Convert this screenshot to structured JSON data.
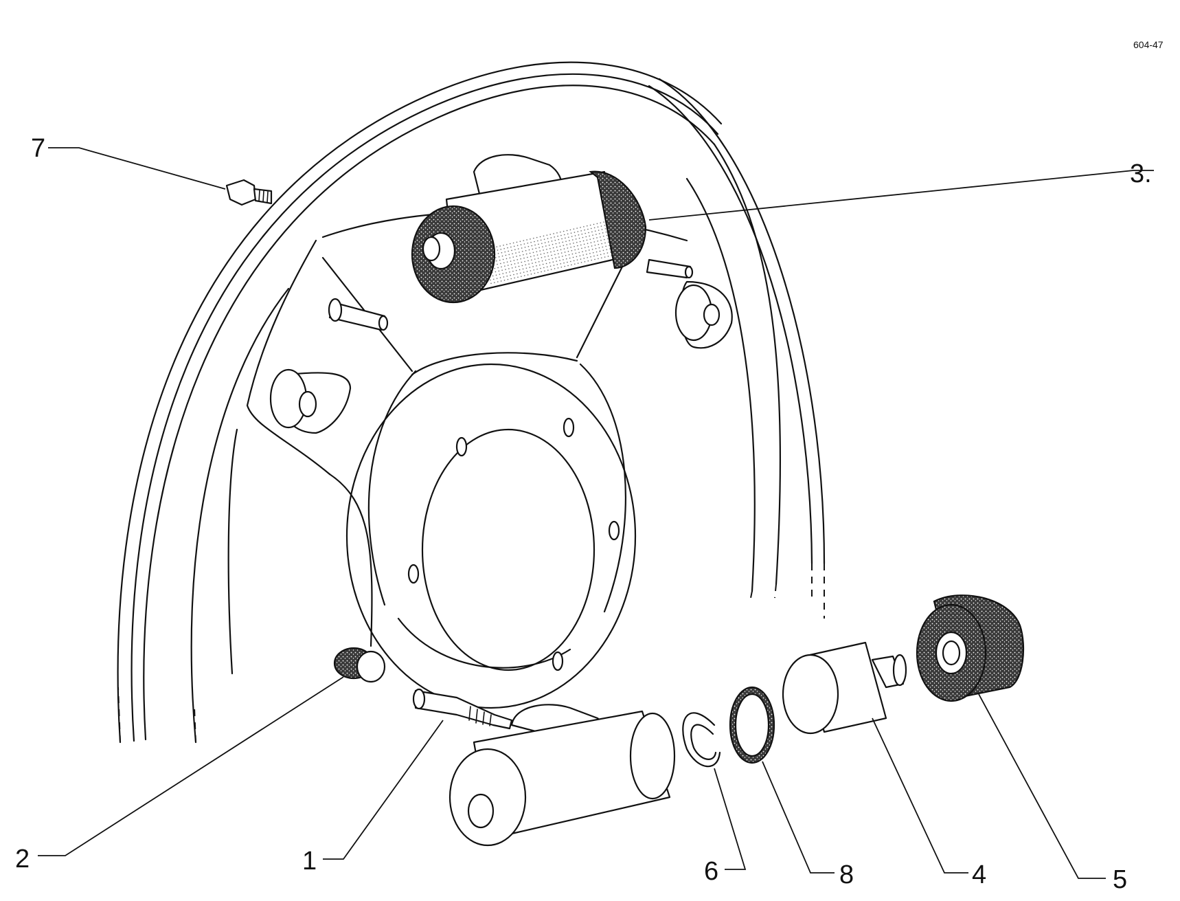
{
  "figure": {
    "reference_code": "604-47"
  },
  "callouts": [
    {
      "id": "1",
      "label": "1"
    },
    {
      "id": "2",
      "label": "2"
    },
    {
      "id": "3",
      "label": "3."
    },
    {
      "id": "4",
      "label": "4"
    },
    {
      "id": "5",
      "label": "5"
    },
    {
      "id": "6",
      "label": "6"
    },
    {
      "id": "7",
      "label": "7"
    },
    {
      "id": "8",
      "label": "8"
    }
  ],
  "colors": {
    "ink": "#111111",
    "paper": "#ffffff",
    "stipple": "#3a3a3a"
  }
}
